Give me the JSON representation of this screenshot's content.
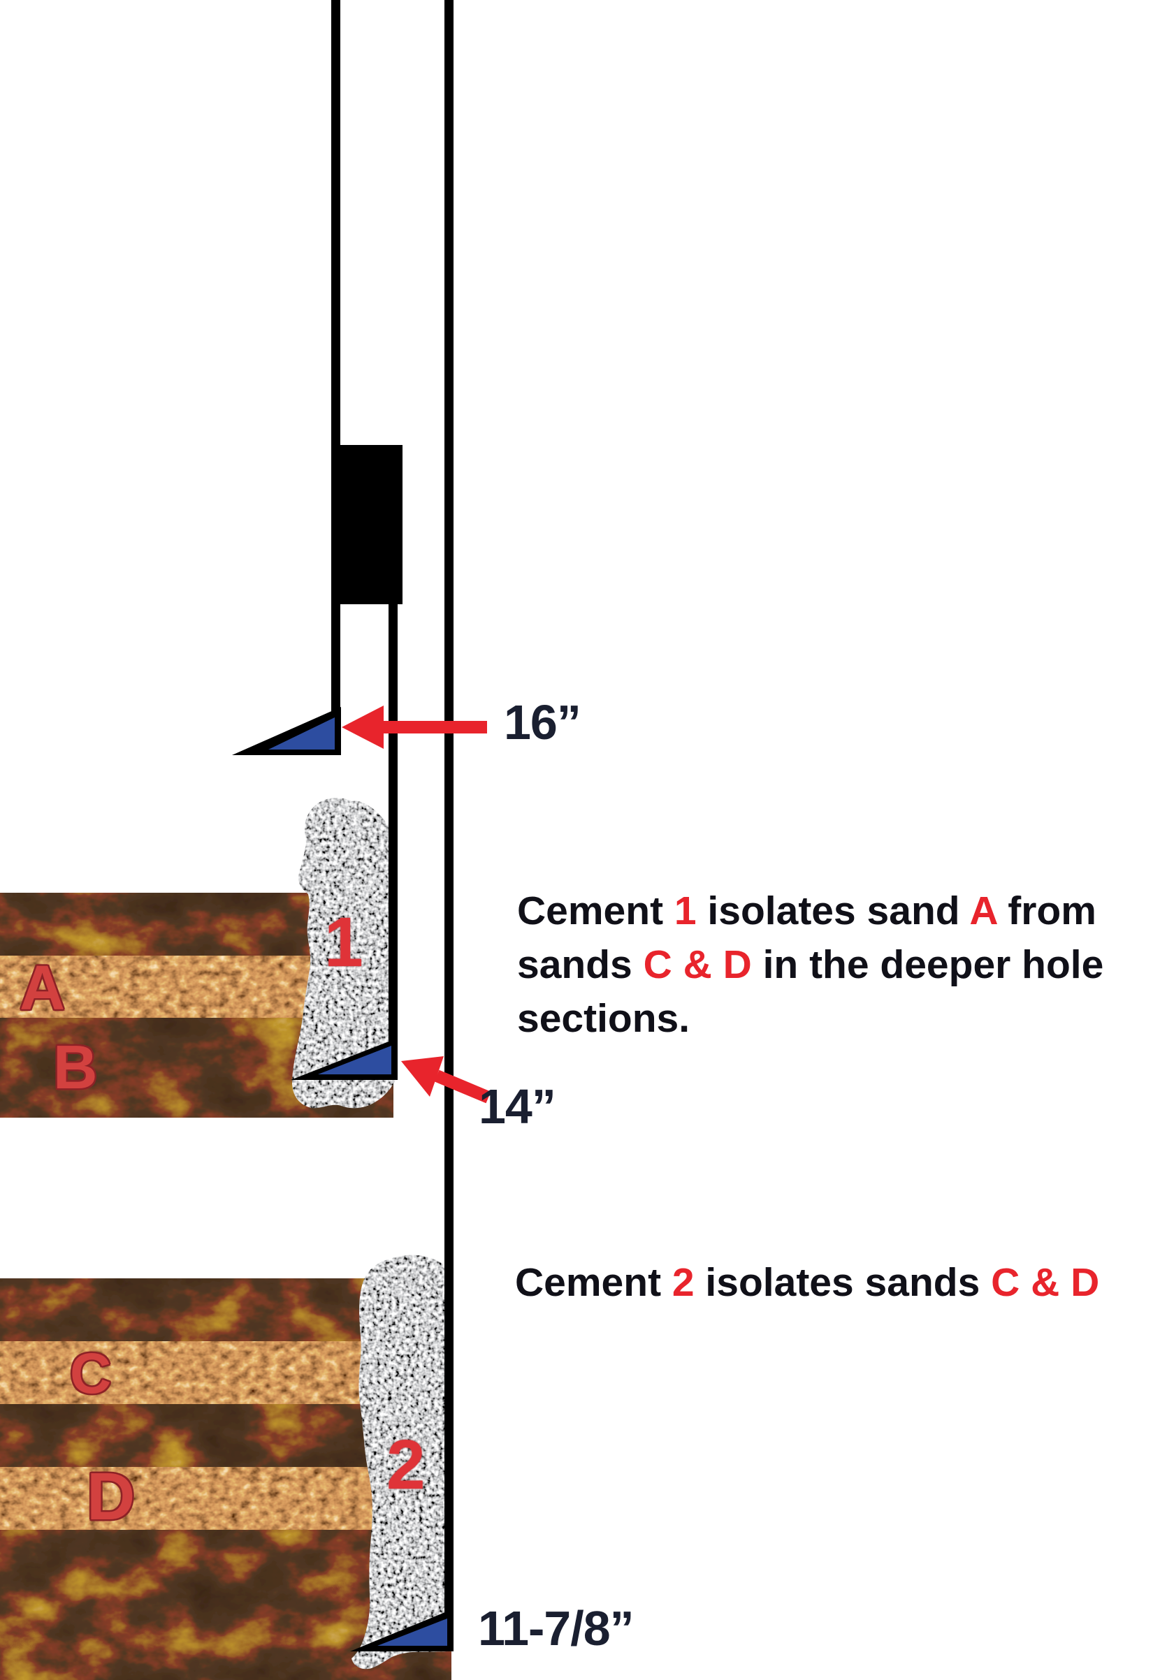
{
  "diagram": {
    "size_labels": {
      "s16": "16”",
      "s14": "14”",
      "s11": "11-7/8”"
    },
    "cement_labels": {
      "c1": "1",
      "c2": "2"
    },
    "sand_labels": {
      "a": "A",
      "b": "B",
      "c": "C",
      "d": "D"
    },
    "notes": {
      "note1": {
        "line1": [
          {
            "text": "Cement "
          },
          {
            "text": "1"
          },
          {
            "text": " isolates sand "
          },
          {
            "text": "A"
          },
          {
            "text": " from"
          }
        ],
        "line2": [
          {
            "text": "sands "
          },
          {
            "text": "C & D"
          },
          {
            "text": " in the deeper hole"
          }
        ],
        "line3": [
          {
            "text": "sections."
          }
        ]
      },
      "note2": {
        "line1": [
          {
            "text": "Cement "
          },
          {
            "text": "2"
          },
          {
            "text": " isolates sands "
          },
          {
            "text": "C & D"
          }
        ]
      }
    },
    "colors": {
      "red_accent": "#e8242c",
      "label_navy": "#1a1f30",
      "text_black": "#101018",
      "shoe_blue": "#2d4da0",
      "cement_gray": "#cbccce",
      "sand_dark": "#513c2b",
      "sand_tan": "#d5a46c"
    }
  }
}
